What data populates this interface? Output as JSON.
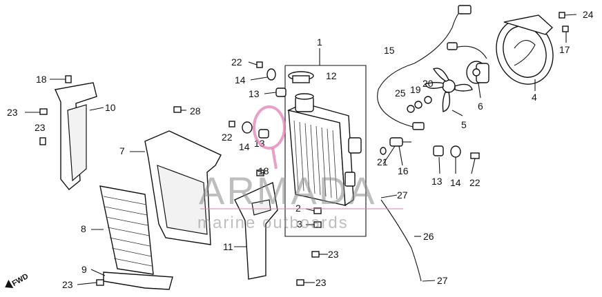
{
  "watermark": {
    "brand": "ARMADA",
    "tagline": "marine outboards",
    "brand_color": "#8a8a8a",
    "accent_color": "#e27fb3"
  },
  "fwd_marker": "FWD",
  "callouts": {
    "c1": "1",
    "c2": "2",
    "c3": "3",
    "c4": "4",
    "c5": "5",
    "c6": "6",
    "c7": "7",
    "c8": "8",
    "c9": "9",
    "c10": "10",
    "c11": "11",
    "c12": "12",
    "c13a": "13",
    "c13b": "13",
    "c13c": "13",
    "c14a": "14",
    "c14b": "14",
    "c14c": "14",
    "c15": "15",
    "c16": "16",
    "c17": "17",
    "c18a": "18",
    "c18b": "18",
    "c19": "19",
    "c20": "20",
    "c21": "21",
    "c22a": "22",
    "c22b": "22",
    "c22c": "22",
    "c23a": "23",
    "c23b": "23",
    "c23c": "23",
    "c23d": "23",
    "c23e": "23",
    "c24": "24",
    "c25": "25",
    "c26": "26",
    "c27a": "27",
    "c27b": "27",
    "c28": "28"
  }
}
